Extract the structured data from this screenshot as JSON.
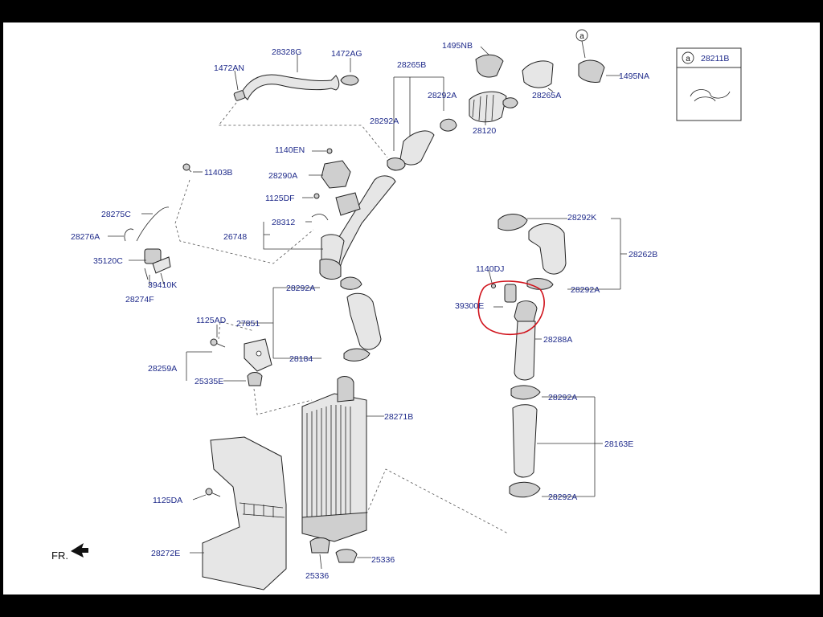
{
  "orientation": {
    "label": "FR."
  },
  "legend": {
    "marker": "a",
    "part": "28211B"
  },
  "callout_marker": "a",
  "labels": {
    "p1472AN": "1472AN",
    "p28328G": "28328G",
    "p1472AG": "1472AG",
    "p1495NB": "1495NB",
    "p1495NA": "1495NA",
    "p28265B": "28265B",
    "p28292A_1": "28292A",
    "p28292A_2": "28292A",
    "p28265A": "28265A",
    "p28120": "28120",
    "p1140EN": "1140EN",
    "p28290A": "28290A",
    "p11403B": "11403B",
    "p1125DF": "1125DF",
    "p28312": "28312",
    "p28275C": "28275C",
    "p28276A": "28276A",
    "p26748": "26748",
    "p35120C": "35120C",
    "p39410K": "39410K",
    "p28274F": "28274F",
    "p28292A_3": "28292A",
    "p1125AD": "1125AD",
    "p27851": "27851",
    "p28184": "28184",
    "p28259A": "28259A",
    "p25335E": "25335E",
    "p28271B": "28271B",
    "p1125DA": "1125DA",
    "p28272E": "28272E",
    "p25336_1": "25336",
    "p25336_2": "25336",
    "p28292K": "28292K",
    "p28262B": "28262B",
    "p1140DJ": "1140DJ",
    "p28292A_4": "28292A",
    "p39300E": "39300E",
    "p28288A": "28288A",
    "p28292A_5": "28292A",
    "p28163E": "28163E",
    "p28292A_6": "28292A"
  },
  "colors": {
    "label": "#1e2a8a",
    "highlight": "#d0121b",
    "frame": "#000000",
    "sheet": "#ffffff"
  }
}
